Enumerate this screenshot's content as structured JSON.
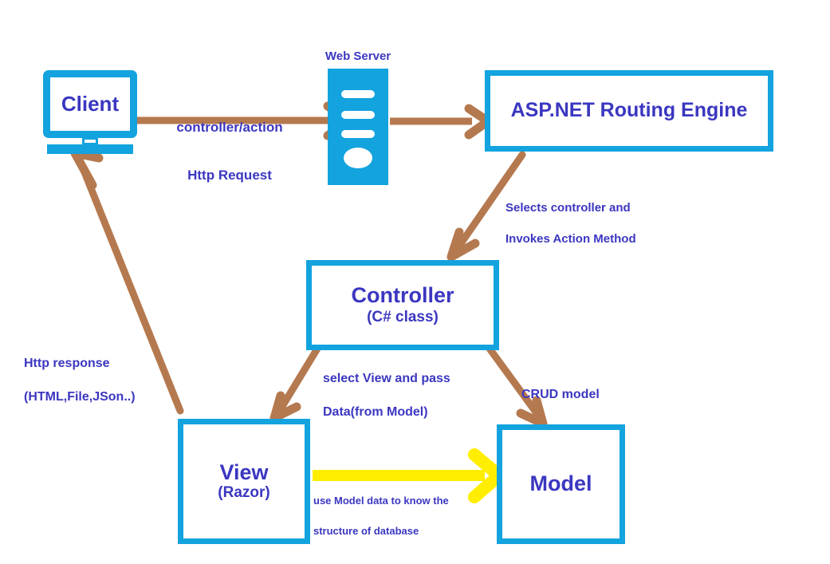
{
  "diagram": {
    "title": "ASP.NET MVC Request Lifecycle",
    "type": "flow-diagram",
    "background": "#ffffff",
    "colors": {
      "node_border": "#13a3de",
      "node_fill": "#ffffff",
      "text": "#3b37c0",
      "arrow_brown": "#b5794f",
      "arrow_yellow": "#ffee00"
    }
  },
  "nodes": {
    "client": {
      "label": "Client",
      "icon": "monitor-icon"
    },
    "web_server": {
      "label": "Web Server",
      "icon": "server-rack-icon"
    },
    "routing_engine": {
      "label": "ASP.NET Routing Engine"
    },
    "controller": {
      "title": "Controller",
      "subtitle": "(C# class)"
    },
    "view": {
      "title": "View",
      "subtitle": "(Razor)"
    },
    "model": {
      "title": "Model"
    }
  },
  "edges": {
    "client_to_server": {
      "line1": "controller/action",
      "line2": "Http Request",
      "color": "#b5794f"
    },
    "server_to_routing": {
      "label": "",
      "color": "#b5794f"
    },
    "routing_to_controller": {
      "line1": "Selects controller and",
      "line2": "Invokes Action Method",
      "color": "#b5794f"
    },
    "controller_to_view": {
      "line1": "select View and pass",
      "line2": "Data(from Model)",
      "color": "#b5794f"
    },
    "controller_to_model": {
      "label": "CRUD model",
      "color": "#b5794f"
    },
    "view_to_model": {
      "line1": "use Model data to know the",
      "line2": "structure of database",
      "color": "#ffee00"
    },
    "view_to_client": {
      "line1": "Http response",
      "line2": "(HTML,File,JSon..)",
      "color": "#b5794f"
    }
  }
}
